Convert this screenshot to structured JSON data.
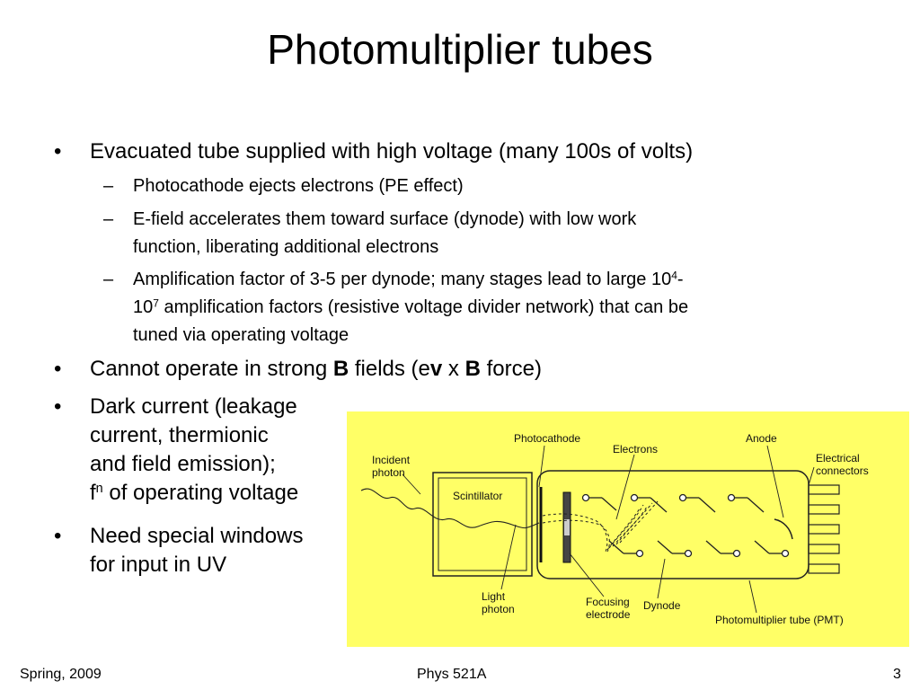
{
  "title": "Photomultiplier tubes",
  "bullets": {
    "b1": "Evacuated tube supplied with high voltage (many 100s of volts)",
    "b1_sub1": "Photocathode ejects electrons (PE effect)",
    "b1_sub2_line1": "E-field accelerates them toward surface (dynode) with low work",
    "b1_sub2_line2": "function, liberating additional electrons",
    "b1_sub3_line1_a": "Amplification factor of 3-5 per dynode; many stages lead to large 10",
    "b1_sub3_sup1": "4",
    "b1_sub3_line1_b": "-",
    "b1_sub3_line2_a": "10",
    "b1_sub3_sup2": "7",
    "b1_sub3_line2_b": " amplification factors (resistive voltage divider network) that can be",
    "b1_sub3_line3": "tuned via operating voltage",
    "b2_a": "Cannot operate in strong ",
    "b2_b1": "B",
    "b2_c": " fields (e",
    "b2_v": "v",
    "b2_d": " x ",
    "b2_b2": "B",
    "b2_e": " force)",
    "b3_line1": "Dark current (leakage",
    "b3_line2": "current, thermionic",
    "b3_line3": "and field emission);",
    "b3_line4_f": "f",
    "b3_line4_sup": "n",
    "b3_line4_rest": " of operating voltage",
    "b4_line1": "Need special windows",
    "b4_line2": "for input in UV",
    "bullet_char": "•",
    "dash_char": "–"
  },
  "figure": {
    "background": "#ffff66",
    "labels": {
      "photocathode": "Photocathode",
      "electrons": "Electrons",
      "anode": "Anode",
      "incident1": "Incident",
      "incident2": "photon",
      "electrical1": "Electrical",
      "electrical2": "connectors",
      "scintillator": "Scintillator",
      "light1": "Light",
      "light2": "photon",
      "focusing1": "Focusing",
      "focusing2": "electrode",
      "dynode": "Dynode",
      "pmt": "Photomultiplier tube (PMT)"
    }
  },
  "footer": {
    "left": "Spring, 2009",
    "center": "Phys 521A",
    "right": "3"
  }
}
